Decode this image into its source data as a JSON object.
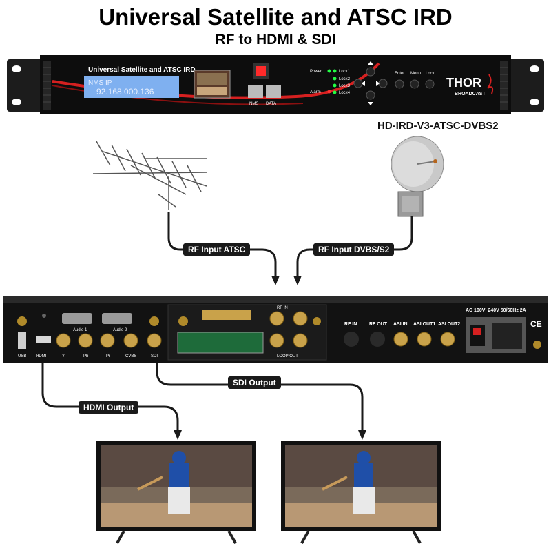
{
  "header": {
    "title": "Universal Satellite and ATSC IRD",
    "subtitle": "RF to HDMI & SDI"
  },
  "front_panel": {
    "product_name": "Universal Satellite and ATSC IRD",
    "lcd_line1": "NMS IP",
    "lcd_line2": "92.168.000.136",
    "port_labels": [
      "NMS",
      "DATA"
    ],
    "status_labels": [
      "Power",
      "Alarm"
    ],
    "lock_labels": [
      "Lock1",
      "Lock2",
      "Lock3",
      "Lock4"
    ],
    "button_labels": [
      "Enter",
      "Menu",
      "Lock"
    ],
    "brand": "THOR",
    "brand_sub": "BROADCAST"
  },
  "model_name": "HD-IRD-V3-ATSC-DVBS2",
  "inputs": {
    "atsc_label": "RF Input ATSC",
    "dvbs_label": "RF Input DVBS/S2"
  },
  "rear_panel": {
    "port_labels": [
      "USB",
      "HDMI",
      "Y",
      "Pb",
      "Pr",
      "CVBS",
      "SDI"
    ],
    "audio_labels": [
      "Audio 1",
      "Audio 2"
    ],
    "rf_in_label": "RF IN",
    "loop_out_label": "LOOP OUT",
    "right_labels": [
      "RF IN",
      "RF OUT",
      "ASI IN",
      "ASI OUT1",
      "ASI OUT2"
    ],
    "power_label": "AC 100V~240V 50/60Hz 2A",
    "ce_mark": "CE"
  },
  "outputs": {
    "sdi_label": "SDI Output",
    "hdmi_label": "HDMI  Output"
  },
  "colors": {
    "accent_red": "#d62020",
    "panel_black": "#111111",
    "lcd_blue": "#7fb0f0"
  }
}
